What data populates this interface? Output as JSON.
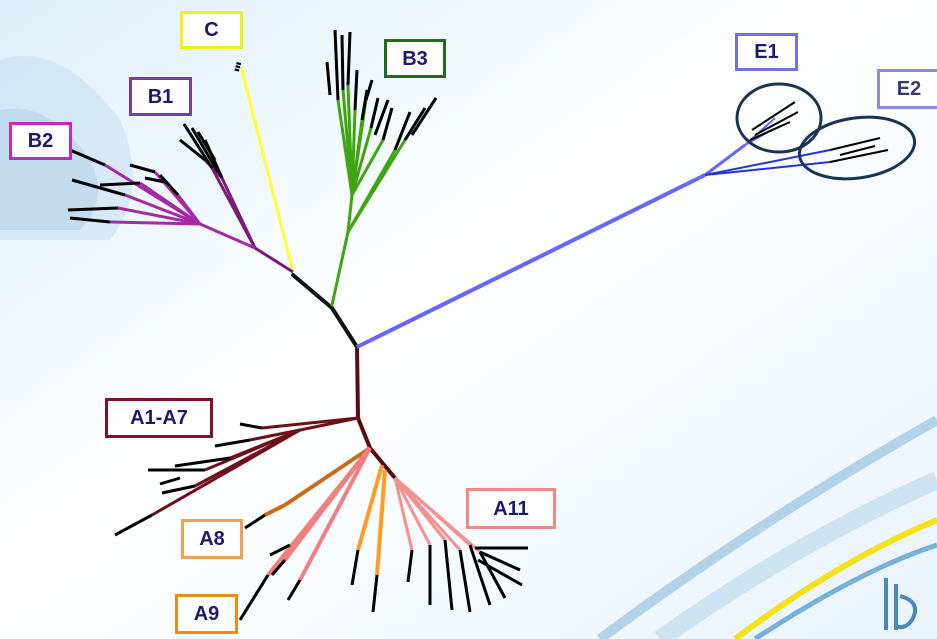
{
  "clades": [
    {
      "id": "c",
      "label": "C",
      "color": "#f2ef1c"
    },
    {
      "id": "b3",
      "label": "B3",
      "color": "#1c6e1c"
    },
    {
      "id": "b1",
      "label": "B1",
      "color": "#7b3aa6"
    },
    {
      "id": "b2",
      "label": "B2",
      "color": "#c02ac0"
    },
    {
      "id": "e1",
      "label": "E1",
      "color": "#7070e8"
    },
    {
      "id": "e2",
      "label": "E2",
      "color": "#8a8ae0"
    },
    {
      "id": "a1a7",
      "label": "A1-A7",
      "color": "#7a1526"
    },
    {
      "id": "a8",
      "label": "A8",
      "color": "#f0a050"
    },
    {
      "id": "a9",
      "label": "A9",
      "color": "#ec8b18"
    },
    {
      "id": "a11",
      "label": "A11",
      "color": "#f08a8a"
    }
  ],
  "colors": {
    "trunk": "#111111",
    "root": "#5a0a12",
    "c": "#ffff33",
    "b3": "#3fa510",
    "b1": "#7a1a7a",
    "b2": "#a52aa5",
    "e": "#6666ff",
    "e2": "#2233dd",
    "a1a7": "#6e0f1a",
    "a8": "#cc6a1a",
    "a9": "#ff9a22",
    "a11": "#f39090",
    "a11_light": "#f7aaaa",
    "ellipse": "#1a3355",
    "leaf_text": "#000000"
  }
}
